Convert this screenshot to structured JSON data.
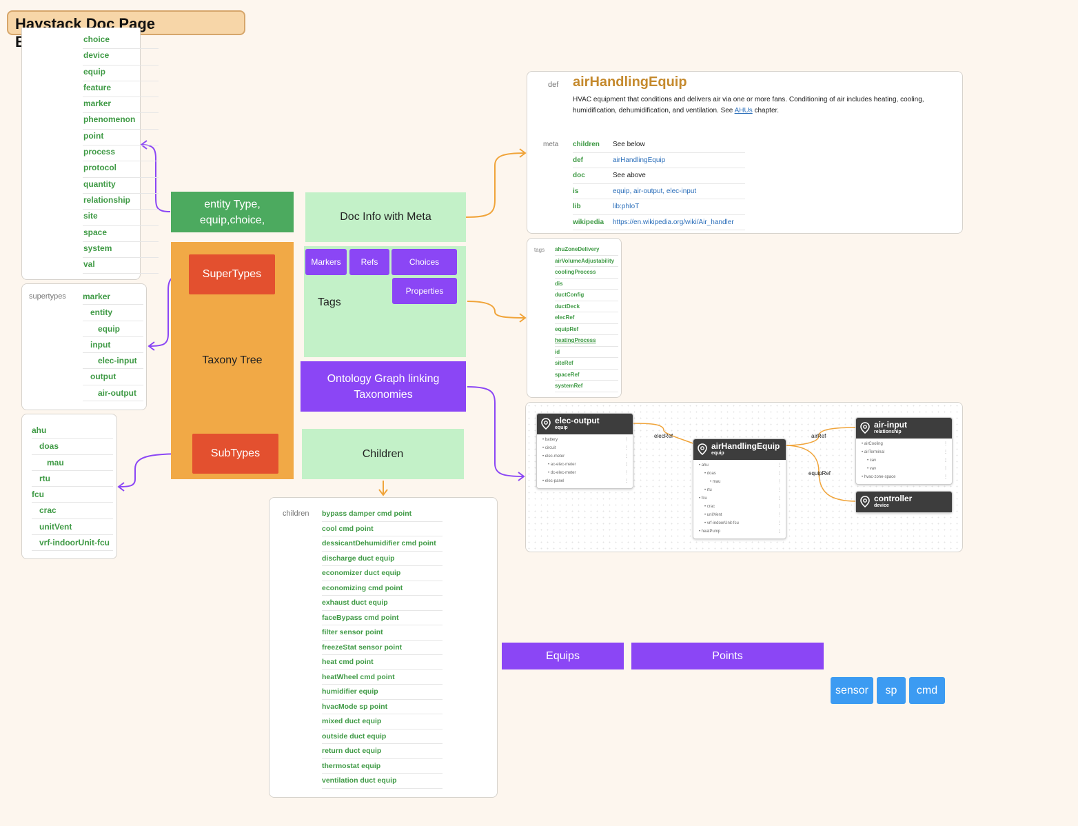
{
  "board_title": "Haystack Doc Page Brainstorm",
  "entity_types": [
    "choice",
    "device",
    "equip",
    "feature",
    "marker",
    "phenomenon",
    "point",
    "process",
    "protocol",
    "quantity",
    "relationship",
    "site",
    "space",
    "system",
    "val"
  ],
  "supertypes_card": {
    "label": "supertypes",
    "items": [
      {
        "text": "marker",
        "level": 0
      },
      {
        "text": "entity",
        "level": 1
      },
      {
        "text": "equip",
        "level": 2
      },
      {
        "text": "input",
        "level": 1
      },
      {
        "text": "elec-input",
        "level": 2
      },
      {
        "text": "output",
        "level": 1
      },
      {
        "text": "air-output",
        "level": 2
      }
    ]
  },
  "subtypes_card": {
    "items": [
      {
        "text": "ahu",
        "level": 0
      },
      {
        "text": "doas",
        "level": 1
      },
      {
        "text": "mau",
        "level": 2
      },
      {
        "text": "rtu",
        "level": 1
      },
      {
        "text": "fcu",
        "level": 0
      },
      {
        "text": "crac",
        "level": 1
      },
      {
        "text": "unitVent",
        "level": 1
      },
      {
        "text": "vrf-indoorUnit-fcu",
        "level": 1
      }
    ]
  },
  "stickies": {
    "entity_type": "entity Type, equip,choice,",
    "taxonomy_tree": "Taxony Tree",
    "supertypes": "SuperTypes",
    "subtypes": "SubTypes",
    "doc_info": "Doc Info with Meta",
    "tags": "Tags",
    "markers": "Markers",
    "refs": "Refs",
    "choices": "Choices",
    "properties": "Properties",
    "ontology": "Ontology Graph linking Taxonomies",
    "children": "Children",
    "equips": "Equips",
    "points": "Points",
    "sensor": "sensor",
    "sp": "sp",
    "cmd": "cmd"
  },
  "def_card": {
    "def_label": "def",
    "name": "airHandlingEquip",
    "description_before_link": "HVAC equipment that conditions and delivers air via one or more fans. Conditioning of air includes heating, cooling, humidification, dehumidification, and ventilation. See ",
    "description_link": "AHUs",
    "description_after_link": " chapter.",
    "meta_label": "meta",
    "meta": [
      {
        "key": "children",
        "value": "See below",
        "link": false
      },
      {
        "key": "def",
        "value": "airHandlingEquip",
        "link": true
      },
      {
        "key": "doc",
        "value": "See above",
        "link": false
      },
      {
        "key": "is",
        "value": "equip, air-output, elec-input",
        "link": true
      },
      {
        "key": "lib",
        "value": "lib:phIoT",
        "link": true
      },
      {
        "key": "wikipedia",
        "value": "https://en.wikipedia.org/wiki/Air_handler",
        "link": true
      }
    ]
  },
  "tags_card": {
    "label": "tags",
    "items": [
      "ahuZoneDelivery",
      "airVolumeAdjustability",
      "coolingProcess",
      "dis",
      "ductConfig",
      "ductDeck",
      "elecRef",
      "equipRef",
      "heatingProcess",
      "id",
      "siteRef",
      "spaceRef",
      "systemRef"
    ]
  },
  "children_card": {
    "label": "children",
    "items": [
      "bypass damper cmd point",
      "cool cmd point",
      "dessicantDehumidifier cmd point",
      "discharge duct equip",
      "economizer duct equip",
      "economizing cmd point",
      "exhaust duct equip",
      "faceBypass cmd point",
      "filter sensor point",
      "freezeStat sensor point",
      "heat cmd point",
      "heatWheel cmd point",
      "humidifier equip",
      "hvacMode sp point",
      "mixed duct equip",
      "outside duct equip",
      "return duct equip",
      "thermostat equip",
      "ventilation duct equip"
    ]
  },
  "graph": {
    "nodes": [
      {
        "id": "elec-output",
        "name": "elec-output",
        "type": "equip",
        "rows": [
          "battery",
          "circuit",
          "elec-meter",
          "ac-elec-meter",
          "dc-elec-meter",
          "elec-panel"
        ]
      },
      {
        "id": "air-handling",
        "name": "airHandlingEquip",
        "type": "equip",
        "rows": [
          "ahu",
          "doas",
          "mau",
          "rtu",
          "fcu",
          "crac",
          "unitVent",
          "vrf-indoorUnit-fcu",
          "heatPump"
        ]
      },
      {
        "id": "air-input",
        "name": "air-input",
        "type": "relationship",
        "rows": [
          "airCooling",
          "airTerminal",
          "cav",
          "vav",
          "hvac-zone-space"
        ]
      },
      {
        "id": "controller",
        "name": "controller",
        "type": "device",
        "rows": []
      }
    ],
    "edges": [
      "elecRef",
      "airRef",
      "equipRef"
    ]
  },
  "colors": {
    "background": "#fdf6ee",
    "green_text": "#3f9a45",
    "link_blue": "#2c6fba",
    "orange_title": "#c58a2e",
    "purple": "#8b46f5",
    "connector_orange": "#f0a43a",
    "sticky_green": "#4caa5f",
    "sticky_lightgreen": "#c3f1c8",
    "sticky_orange": "#f1a946",
    "sticky_red": "#e3502f",
    "sticky_blue": "#3c9bf2"
  }
}
